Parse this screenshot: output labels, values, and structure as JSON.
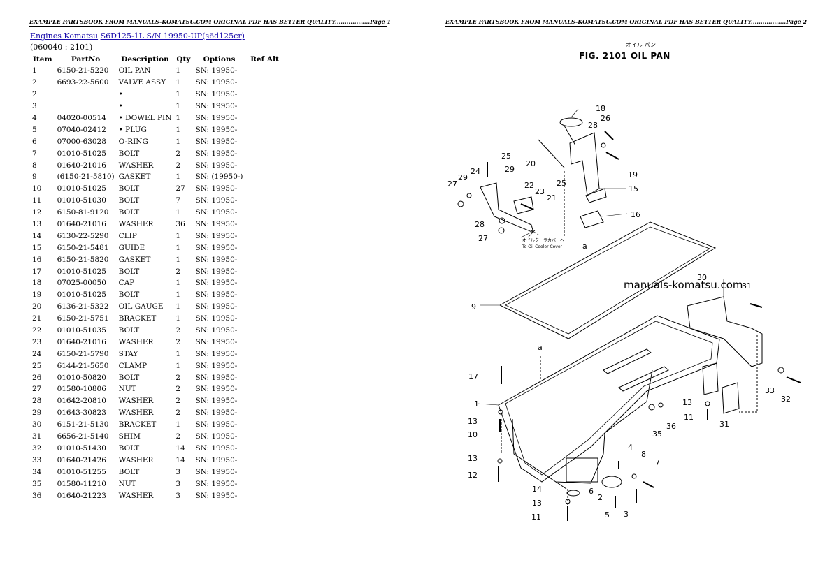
{
  "page1": {
    "header": "EXAMPLE PARTSBOOK FROM MANUALS-KOMATSU.COM ORIGINAL PDF HAS BETTER QUALITY..................Page 1",
    "breadcrumb": {
      "link1": "Engines Komatsu",
      "link2": "S6D125-1L S/N 19950-UP(s6d125cr)"
    },
    "section_code": "(060040 : 2101)",
    "columns": [
      "Item",
      "PartNo",
      "Description",
      "Qty",
      "Options",
      "Ref Alt"
    ],
    "rows": [
      {
        "item": "1",
        "part": "6150-21-5220",
        "desc": "OIL PAN",
        "qty": "1",
        "opt": "SN: 19950-"
      },
      {
        "item": "2",
        "part": "6693-22-5600",
        "desc": "VALVE ASSY",
        "qty": "1",
        "opt": "SN: 19950-"
      },
      {
        "item": "2",
        "part": "",
        "desc": "•",
        "qty": "1",
        "opt": "SN: 19950-"
      },
      {
        "item": "3",
        "part": "",
        "desc": "•",
        "qty": "1",
        "opt": "SN: 19950-"
      },
      {
        "item": "4",
        "part": "04020-00514",
        "desc": "• DOWEL PIN",
        "qty": "1",
        "opt": "SN: 19950-"
      },
      {
        "item": "5",
        "part": "07040-02412",
        "desc": "• PLUG",
        "qty": "1",
        "opt": "SN: 19950-"
      },
      {
        "item": "6",
        "part": "07000-63028",
        "desc": "O-RING",
        "qty": "1",
        "opt": "SN: 19950-"
      },
      {
        "item": "7",
        "part": "01010-51025",
        "desc": "BOLT",
        "qty": "2",
        "opt": "SN: 19950-"
      },
      {
        "item": "8",
        "part": "01640-21016",
        "desc": "WASHER",
        "qty": "2",
        "opt": "SN: 19950-"
      },
      {
        "item": "9",
        "part": "(6150-21-5810)",
        "desc": "GASKET",
        "qty": "1",
        "opt": "SN: (19950-)"
      },
      {
        "item": "10",
        "part": "01010-51025",
        "desc": "BOLT",
        "qty": "27",
        "opt": "SN: 19950-"
      },
      {
        "item": "11",
        "part": "01010-51030",
        "desc": "BOLT",
        "qty": "7",
        "opt": "SN: 19950-"
      },
      {
        "item": "12",
        "part": "6150-81-9120",
        "desc": "BOLT",
        "qty": "1",
        "opt": "SN: 19950-"
      },
      {
        "item": "13",
        "part": "01640-21016",
        "desc": "WASHER",
        "qty": "36",
        "opt": "SN: 19950-"
      },
      {
        "item": "14",
        "part": "6130-22-5290",
        "desc": "CLIP",
        "qty": "1",
        "opt": "SN: 19950-"
      },
      {
        "item": "15",
        "part": "6150-21-5481",
        "desc": "GUIDE",
        "qty": "1",
        "opt": "SN: 19950-"
      },
      {
        "item": "16",
        "part": "6150-21-5820",
        "desc": "GASKET",
        "qty": "1",
        "opt": "SN: 19950-"
      },
      {
        "item": "17",
        "part": "01010-51025",
        "desc": "BOLT",
        "qty": "2",
        "opt": "SN: 19950-"
      },
      {
        "item": "18",
        "part": "07025-00050",
        "desc": "CAP",
        "qty": "1",
        "opt": "SN: 19950-"
      },
      {
        "item": "19",
        "part": "01010-51025",
        "desc": "BOLT",
        "qty": "1",
        "opt": "SN: 19950-"
      },
      {
        "item": "20",
        "part": "6136-21-5322",
        "desc": "OIL GAUGE",
        "qty": "1",
        "opt": "SN: 19950-"
      },
      {
        "item": "21",
        "part": "6150-21-5751",
        "desc": "BRACKET",
        "qty": "1",
        "opt": "SN: 19950-"
      },
      {
        "item": "22",
        "part": "01010-51035",
        "desc": "BOLT",
        "qty": "2",
        "opt": "SN: 19950-"
      },
      {
        "item": "23",
        "part": "01640-21016",
        "desc": "WASHER",
        "qty": "2",
        "opt": "SN: 19950-"
      },
      {
        "item": "24",
        "part": "6150-21-5790",
        "desc": "STAY",
        "qty": "1",
        "opt": "SN: 19950-"
      },
      {
        "item": "25",
        "part": "6144-21-5650",
        "desc": "CLAMP",
        "qty": "1",
        "opt": "SN: 19950-"
      },
      {
        "item": "26",
        "part": "01010-50820",
        "desc": "BOLT",
        "qty": "2",
        "opt": "SN: 19950-"
      },
      {
        "item": "27",
        "part": "01580-10806",
        "desc": "NUT",
        "qty": "2",
        "opt": "SN: 19950-"
      },
      {
        "item": "28",
        "part": "01642-20810",
        "desc": "WASHER",
        "qty": "2",
        "opt": "SN: 19950-"
      },
      {
        "item": "29",
        "part": "01643-30823",
        "desc": "WASHER",
        "qty": "2",
        "opt": "SN: 19950-"
      },
      {
        "item": "30",
        "part": "6151-21-5130",
        "desc": "BRACKET",
        "qty": "1",
        "opt": "SN: 19950-"
      },
      {
        "item": "31",
        "part": "6656-21-5140",
        "desc": "SHIM",
        "qty": "2",
        "opt": "SN: 19950-"
      },
      {
        "item": "32",
        "part": "01010-51430",
        "desc": "BOLT",
        "qty": "14",
        "opt": "SN: 19950-"
      },
      {
        "item": "33",
        "part": "01640-21426",
        "desc": "WASHER",
        "qty": "14",
        "opt": "SN: 19950-"
      },
      {
        "item": "34",
        "part": "01010-51255",
        "desc": "BOLT",
        "qty": "3",
        "opt": "SN: 19950-"
      },
      {
        "item": "35",
        "part": "01580-11210",
        "desc": "NUT",
        "qty": "3",
        "opt": "SN: 19950-"
      },
      {
        "item": "36",
        "part": "01640-21223",
        "desc": "WASHER",
        "qty": "3",
        "opt": "SN: 19950-"
      }
    ]
  },
  "page2": {
    "header": "EXAMPLE PARTSBOOK FROM MANUALS-KOMATSU.COM ORIGINAL PDF HAS BETTER QUALITY..................Page 2",
    "fig_title": "FIG. 2101  OIL  PAN",
    "fig_title_jp": "オイル パン",
    "watermark": "manuals-komatsu.com",
    "note_jp": "オイルクーラカバーへ",
    "note_en": "To Oil Cooler Cover",
    "callouts": [
      "1",
      "2",
      "3",
      "4",
      "5",
      "6",
      "7",
      "8",
      "9",
      "10",
      "11",
      "11",
      "12",
      "13",
      "13",
      "13",
      "13",
      "14",
      "15",
      "16",
      "17",
      "18",
      "19",
      "20",
      "21",
      "22",
      "23",
      "24",
      "25",
      "25",
      "26",
      "27",
      "27",
      "28",
      "28",
      "29",
      "29",
      "30",
      "31",
      "31",
      "32",
      "33",
      "35",
      "36",
      "a",
      "a"
    ]
  }
}
